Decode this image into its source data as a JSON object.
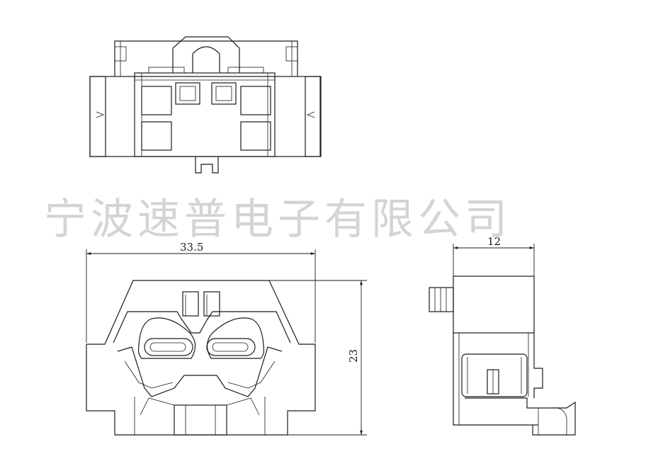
{
  "watermark": "宁波速普电子有限公司",
  "dimensions": {
    "front_width": "33.5",
    "front_height": "23",
    "side_width": "12"
  }
}
